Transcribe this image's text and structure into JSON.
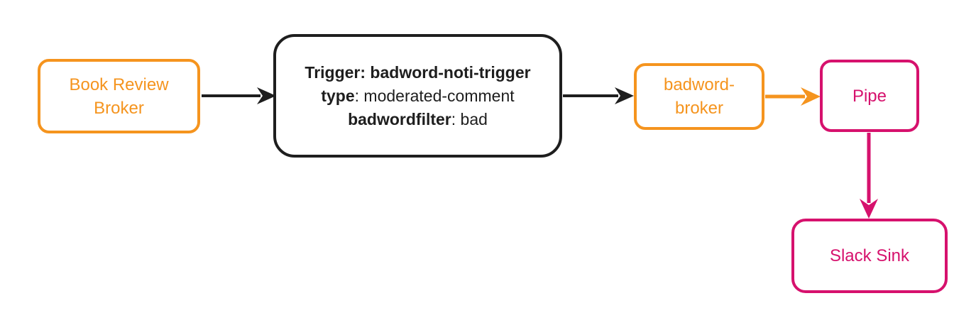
{
  "diagram": {
    "nodes": {
      "book_review_broker": {
        "label": "Book Review Broker"
      },
      "trigger": {
        "line1": "Trigger: badword-noti-trigger",
        "line2_key": "type",
        "line2_value": ": moderated-comment",
        "line3_key": "badwordfilter",
        "line3_value": ": bad"
      },
      "badword_broker": {
        "label": "badword-broker"
      },
      "pipe": {
        "label": "Pipe"
      },
      "slack_sink": {
        "label": "Slack Sink"
      }
    },
    "colors": {
      "orange": "#F5941E",
      "pink": "#D6116D",
      "black": "#1E1E1E",
      "background": "#FFFFFF"
    }
  }
}
